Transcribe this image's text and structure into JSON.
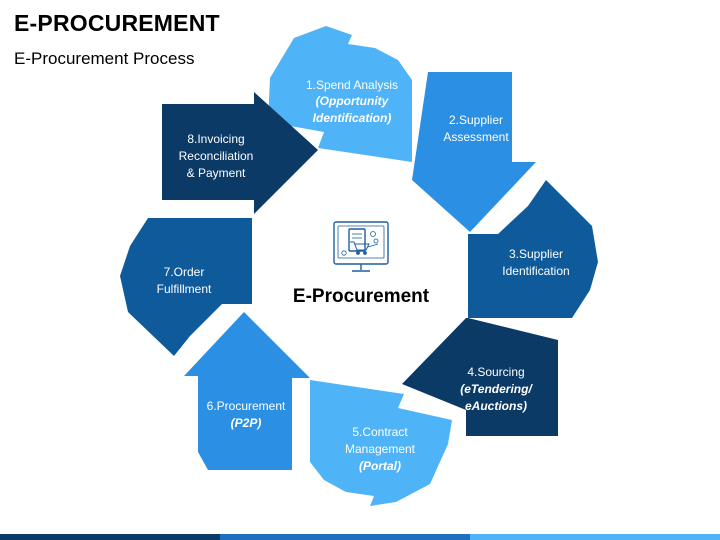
{
  "title": "E-PROCUREMENT",
  "subtitle": "E-Procurement Process",
  "center": {
    "label": "E-Procurement",
    "icon": "computer-shopping-cart-icon"
  },
  "steps": [
    {
      "id": 1,
      "lines": [
        "1.Spend Analysis"
      ],
      "italic": [
        "(Opportunity",
        "Identification)"
      ],
      "color": "#4fb3f7"
    },
    {
      "id": 2,
      "lines": [
        "2.Supplier",
        "Assessment"
      ],
      "italic": [],
      "color": "#2b8fe4"
    },
    {
      "id": 3,
      "lines": [
        "3.Supplier",
        "Identification"
      ],
      "italic": [],
      "color": "#0f5a9a"
    },
    {
      "id": 4,
      "lines": [
        "4.Sourcing"
      ],
      "italic": [
        "(eTendering/",
        "eAuctions)"
      ],
      "color": "#0b3a66"
    },
    {
      "id": 5,
      "lines": [
        "5.Contract",
        "Management"
      ],
      "italic": [
        "(Portal)"
      ],
      "color": "#4fb3f7"
    },
    {
      "id": 6,
      "lines": [
        "6.Procurement"
      ],
      "italic": [
        "(P2P)"
      ],
      "color": "#2b8fe4"
    },
    {
      "id": 7,
      "lines": [
        "7.Order",
        "Fulfillment"
      ],
      "italic": [],
      "color": "#0f5a9a"
    },
    {
      "id": 8,
      "lines": [
        "8.Invoicing",
        "Reconciliation",
        "& Payment"
      ],
      "italic": [],
      "color": "#0b3a66"
    }
  ],
  "colors": {
    "bar_dark": "#0b3a66",
    "bar_mid": "#1f6fc0",
    "bar_light": "#4fb3f7"
  }
}
